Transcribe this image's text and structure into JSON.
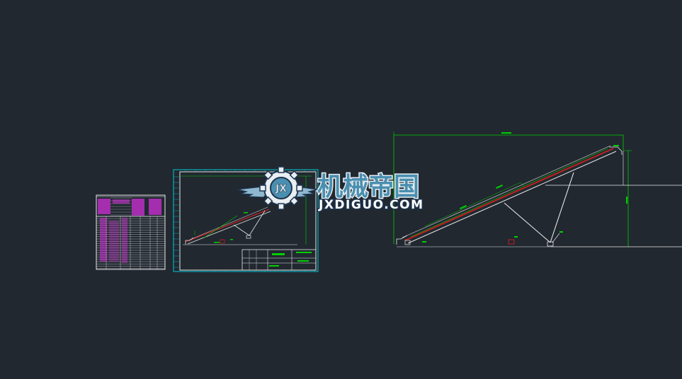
{
  "colors": {
    "background": "#212830",
    "cyan": "#00c8d8",
    "white": "#e8e8e8",
    "magenta": "#e020e0",
    "green": "#00d000",
    "red": "#c02020",
    "logo_blue": "#4a8fb0",
    "logo_dark": "#1e3550"
  },
  "watermark": {
    "title_cn": "机械帝国",
    "title_en": "JXDIGUO.COM",
    "emblem": "JX"
  },
  "icons": {
    "emblem": "gear-wings-emblem-icon"
  }
}
